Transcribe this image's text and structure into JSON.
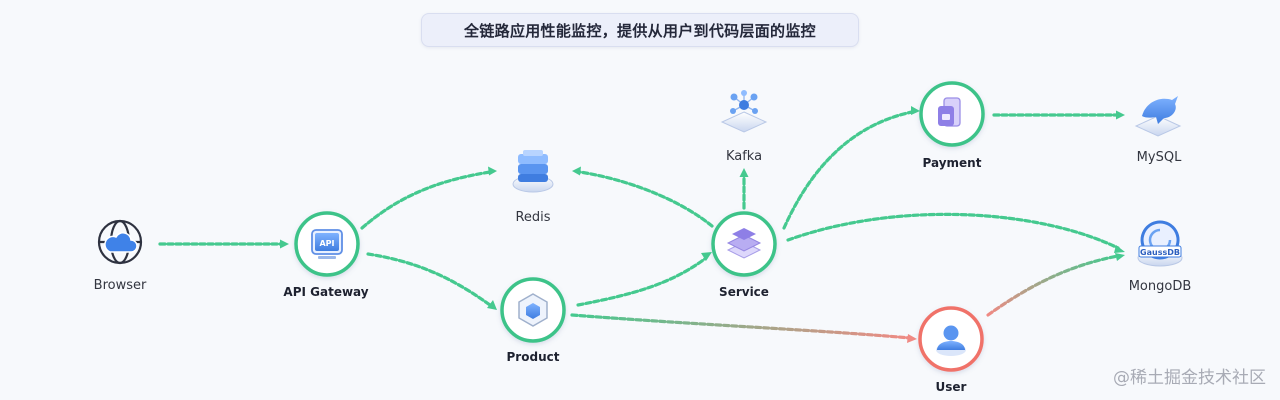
{
  "header": {
    "title": "全链路应用性能监控，提供从用户到代码层面的监控"
  },
  "nodes": {
    "browser": {
      "label": "Browser"
    },
    "gateway": {
      "label": "API Gateway",
      "icon_text": "API"
    },
    "redis": {
      "label": "Redis"
    },
    "product": {
      "label": "Product"
    },
    "service": {
      "label": "Service"
    },
    "kafka": {
      "label": "Kafka"
    },
    "payment": {
      "label": "Payment"
    },
    "mysql": {
      "label": "MySQL"
    },
    "mongodb": {
      "label": "MongoDB",
      "icon_text": "GaussDB"
    },
    "user": {
      "label": "User"
    }
  },
  "colors": {
    "flow_green": "#45c98f",
    "flow_red": "#f08a84",
    "ring_green": "#3cc389",
    "ring_red": "#f07269",
    "icon_blue": "#4f8fe8",
    "icon_purple": "#8e7fe6"
  },
  "watermark": "@稀土掘金技术社区"
}
